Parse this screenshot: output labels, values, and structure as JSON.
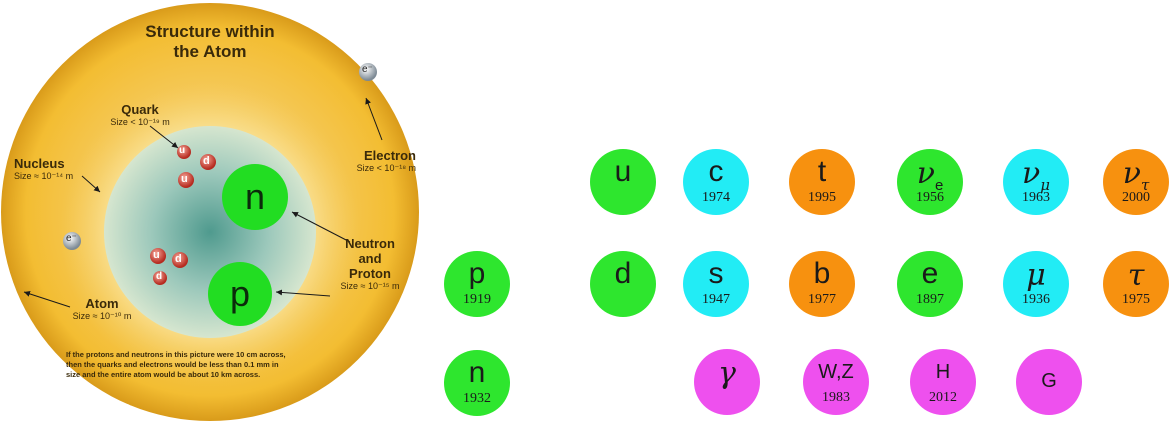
{
  "atom": {
    "title_line1": "Structure within",
    "title_line2": "the Atom",
    "quark_label": "Quark",
    "quark_size": "Size < 10⁻¹⁹ m",
    "nucleus_label": "Nucleus",
    "nucleus_size": "Size ≈ 10⁻¹⁴ m",
    "electron_label": "Electron",
    "electron_size": "Size < 10⁻¹⁸ m",
    "neutron_proton_line1": "Neutron",
    "neutron_proton_line2": "and",
    "neutron_proton_line3": "Proton",
    "neutron_proton_size": "Size ≈ 10⁻¹⁵ m",
    "atom_label": "Atom",
    "atom_size": "Size ≈ 10⁻¹⁰ m",
    "electron_symbol": "e⁻",
    "nucleus_n": "n",
    "nucleus_p": "p",
    "quark_u": "u",
    "quark_d": "d",
    "note_line1": "If the protons and neutrons in this picture were 10 cm across,",
    "note_line2": "then the quarks and electrons would be less than 0.1 mm in",
    "note_line3": "size and the entire atom would be about 10 km across."
  },
  "hadrons": [
    {
      "symbol": "p",
      "year": "1919",
      "color": "#2ee62e"
    },
    {
      "symbol": "n",
      "year": "1932",
      "color": "#2ee62e"
    }
  ],
  "particles_row1": [
    {
      "symbol": "u",
      "year": "",
      "color": "#2ee62e"
    },
    {
      "symbol": "c",
      "year": "1974",
      "color": "#22ecf5"
    },
    {
      "symbol": "t",
      "year": "1995",
      "color": "#f7910f"
    },
    {
      "symbol": "ν",
      "sub": "e",
      "year": "1956",
      "color": "#2ee62e"
    },
    {
      "symbol": "ν",
      "sub": "μ",
      "year": "1963",
      "color": "#22ecf5"
    },
    {
      "symbol": "ν",
      "sub": "τ",
      "year": "2000",
      "color": "#f7910f"
    }
  ],
  "particles_row2": [
    {
      "symbol": "d",
      "year": "",
      "color": "#2ee62e"
    },
    {
      "symbol": "s",
      "year": "1947",
      "color": "#22ecf5"
    },
    {
      "symbol": "b",
      "year": "1977",
      "color": "#f7910f"
    },
    {
      "symbol": "e",
      "year": "1897",
      "color": "#2ee62e"
    },
    {
      "symbol": "μ",
      "year": "1936",
      "color": "#22ecf5"
    },
    {
      "symbol": "τ",
      "year": "1975",
      "color": "#f7910f"
    }
  ],
  "bosons": [
    {
      "symbol": "γ",
      "year": "",
      "color": "#ee50ee"
    },
    {
      "symbol": "W,Z",
      "year": "1983",
      "color": "#ee50ee"
    },
    {
      "symbol": "H",
      "year": "2012",
      "color": "#ee50ee"
    },
    {
      "symbol": "G",
      "year": "",
      "color": "#ee50ee"
    }
  ]
}
